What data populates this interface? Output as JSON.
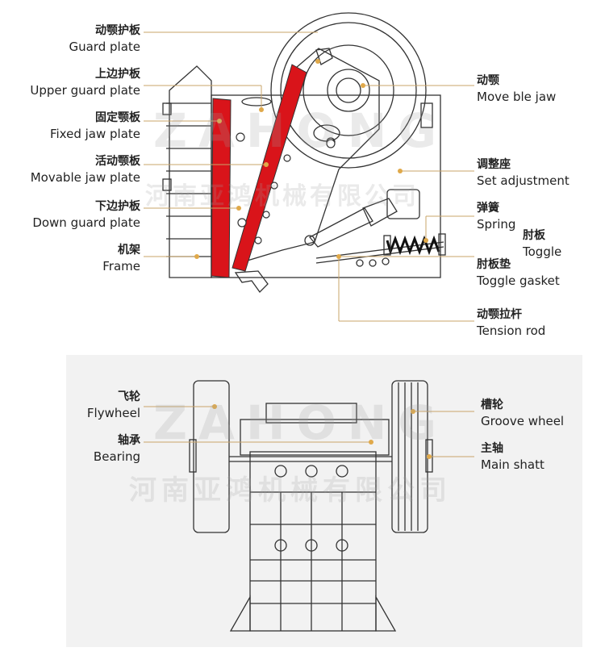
{
  "colors": {
    "line": "#333333",
    "leader": "#c9a46a",
    "dot": "#e0a94a",
    "red_part": "#d9141a",
    "panel": "#f2f2f2"
  },
  "labels": {
    "guard_plate": {
      "zh": "动颚护板",
      "en": "Guard plate"
    },
    "upper_guard_plate": {
      "zh": "上边护板",
      "en": "Upper guard plate"
    },
    "fixed_jaw_plate": {
      "zh": "固定颚板",
      "en": "Fixed jaw plate"
    },
    "movable_jaw_plate": {
      "zh": "活动颚板",
      "en": "Movable jaw plate"
    },
    "down_guard_plate": {
      "zh": "下边护板",
      "en": "Down guard plate"
    },
    "frame": {
      "zh": "机架",
      "en": "Frame"
    },
    "move_jaw": {
      "zh": "动颚",
      "en": "Move ble jaw"
    },
    "set_adjustment": {
      "zh": "调整座",
      "en": "Set adjustment"
    },
    "spring": {
      "zh": "弹簧",
      "en": "Spring"
    },
    "toggle": {
      "zh": "肘板",
      "en": "Toggle"
    },
    "toggle_gasket": {
      "zh": "肘板垫",
      "en": "Toggle gasket"
    },
    "tension_rod": {
      "zh": "动颚拉杆",
      "en": "Tension rod"
    },
    "flywheel": {
      "zh": "飞轮",
      "en": "Flywheel"
    },
    "bearing": {
      "zh": "轴承",
      "en": "Bearing"
    },
    "groove_wheel": {
      "zh": "槽轮",
      "en": "Groove wheel"
    },
    "main_shaft": {
      "zh": "主轴",
      "en": "Main shatt"
    }
  },
  "watermark": {
    "top": "ZAHONG",
    "bottom": "河南亚鸿机械有限公司"
  }
}
